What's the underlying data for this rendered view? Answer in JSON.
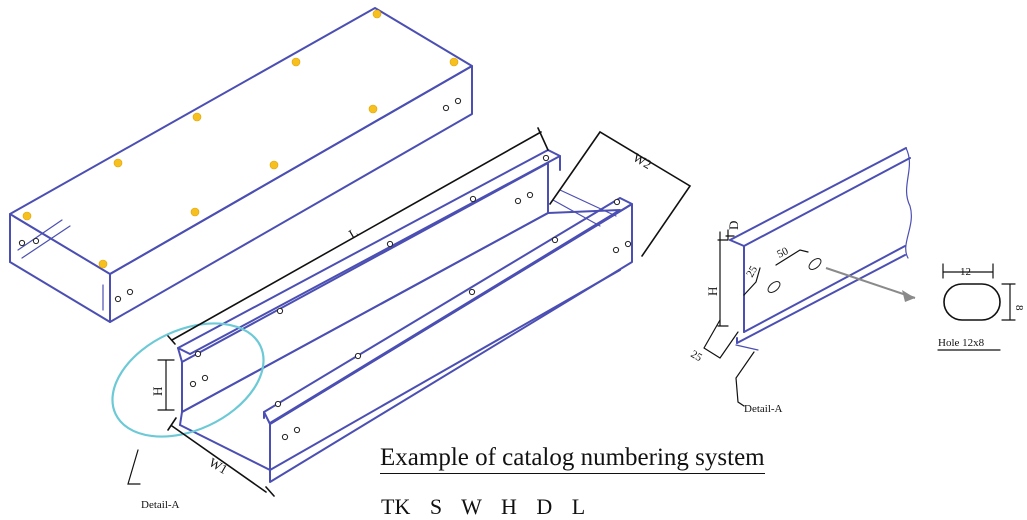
{
  "labels": {
    "length": "L",
    "width_outer": "W2",
    "width_inner": "W1",
    "height_left": "H",
    "height_right": "H",
    "depth": "D",
    "flange_right": "25",
    "hole_spacing_a": "25",
    "hole_spacing_b": "50",
    "hole_width": "12",
    "hole_height": "8",
    "detail_left": "Detail-A",
    "detail_right": "Detail-A",
    "hole_caption": "Hole 12x8"
  },
  "catalog": {
    "title": "Example of catalog numbering system",
    "codes": "TK S W H D L"
  },
  "colors": {
    "outline": "#4b4fb3",
    "bolt": "#f6c01f",
    "detail_circle": "#6cc9d6",
    "dimension": "#111111",
    "arrow": "#8a8a8a"
  },
  "icons": {
    "bolt": "bolt-dot-icon",
    "hole": "slot-hole-icon",
    "arrow": "pointer-arrow-icon"
  }
}
